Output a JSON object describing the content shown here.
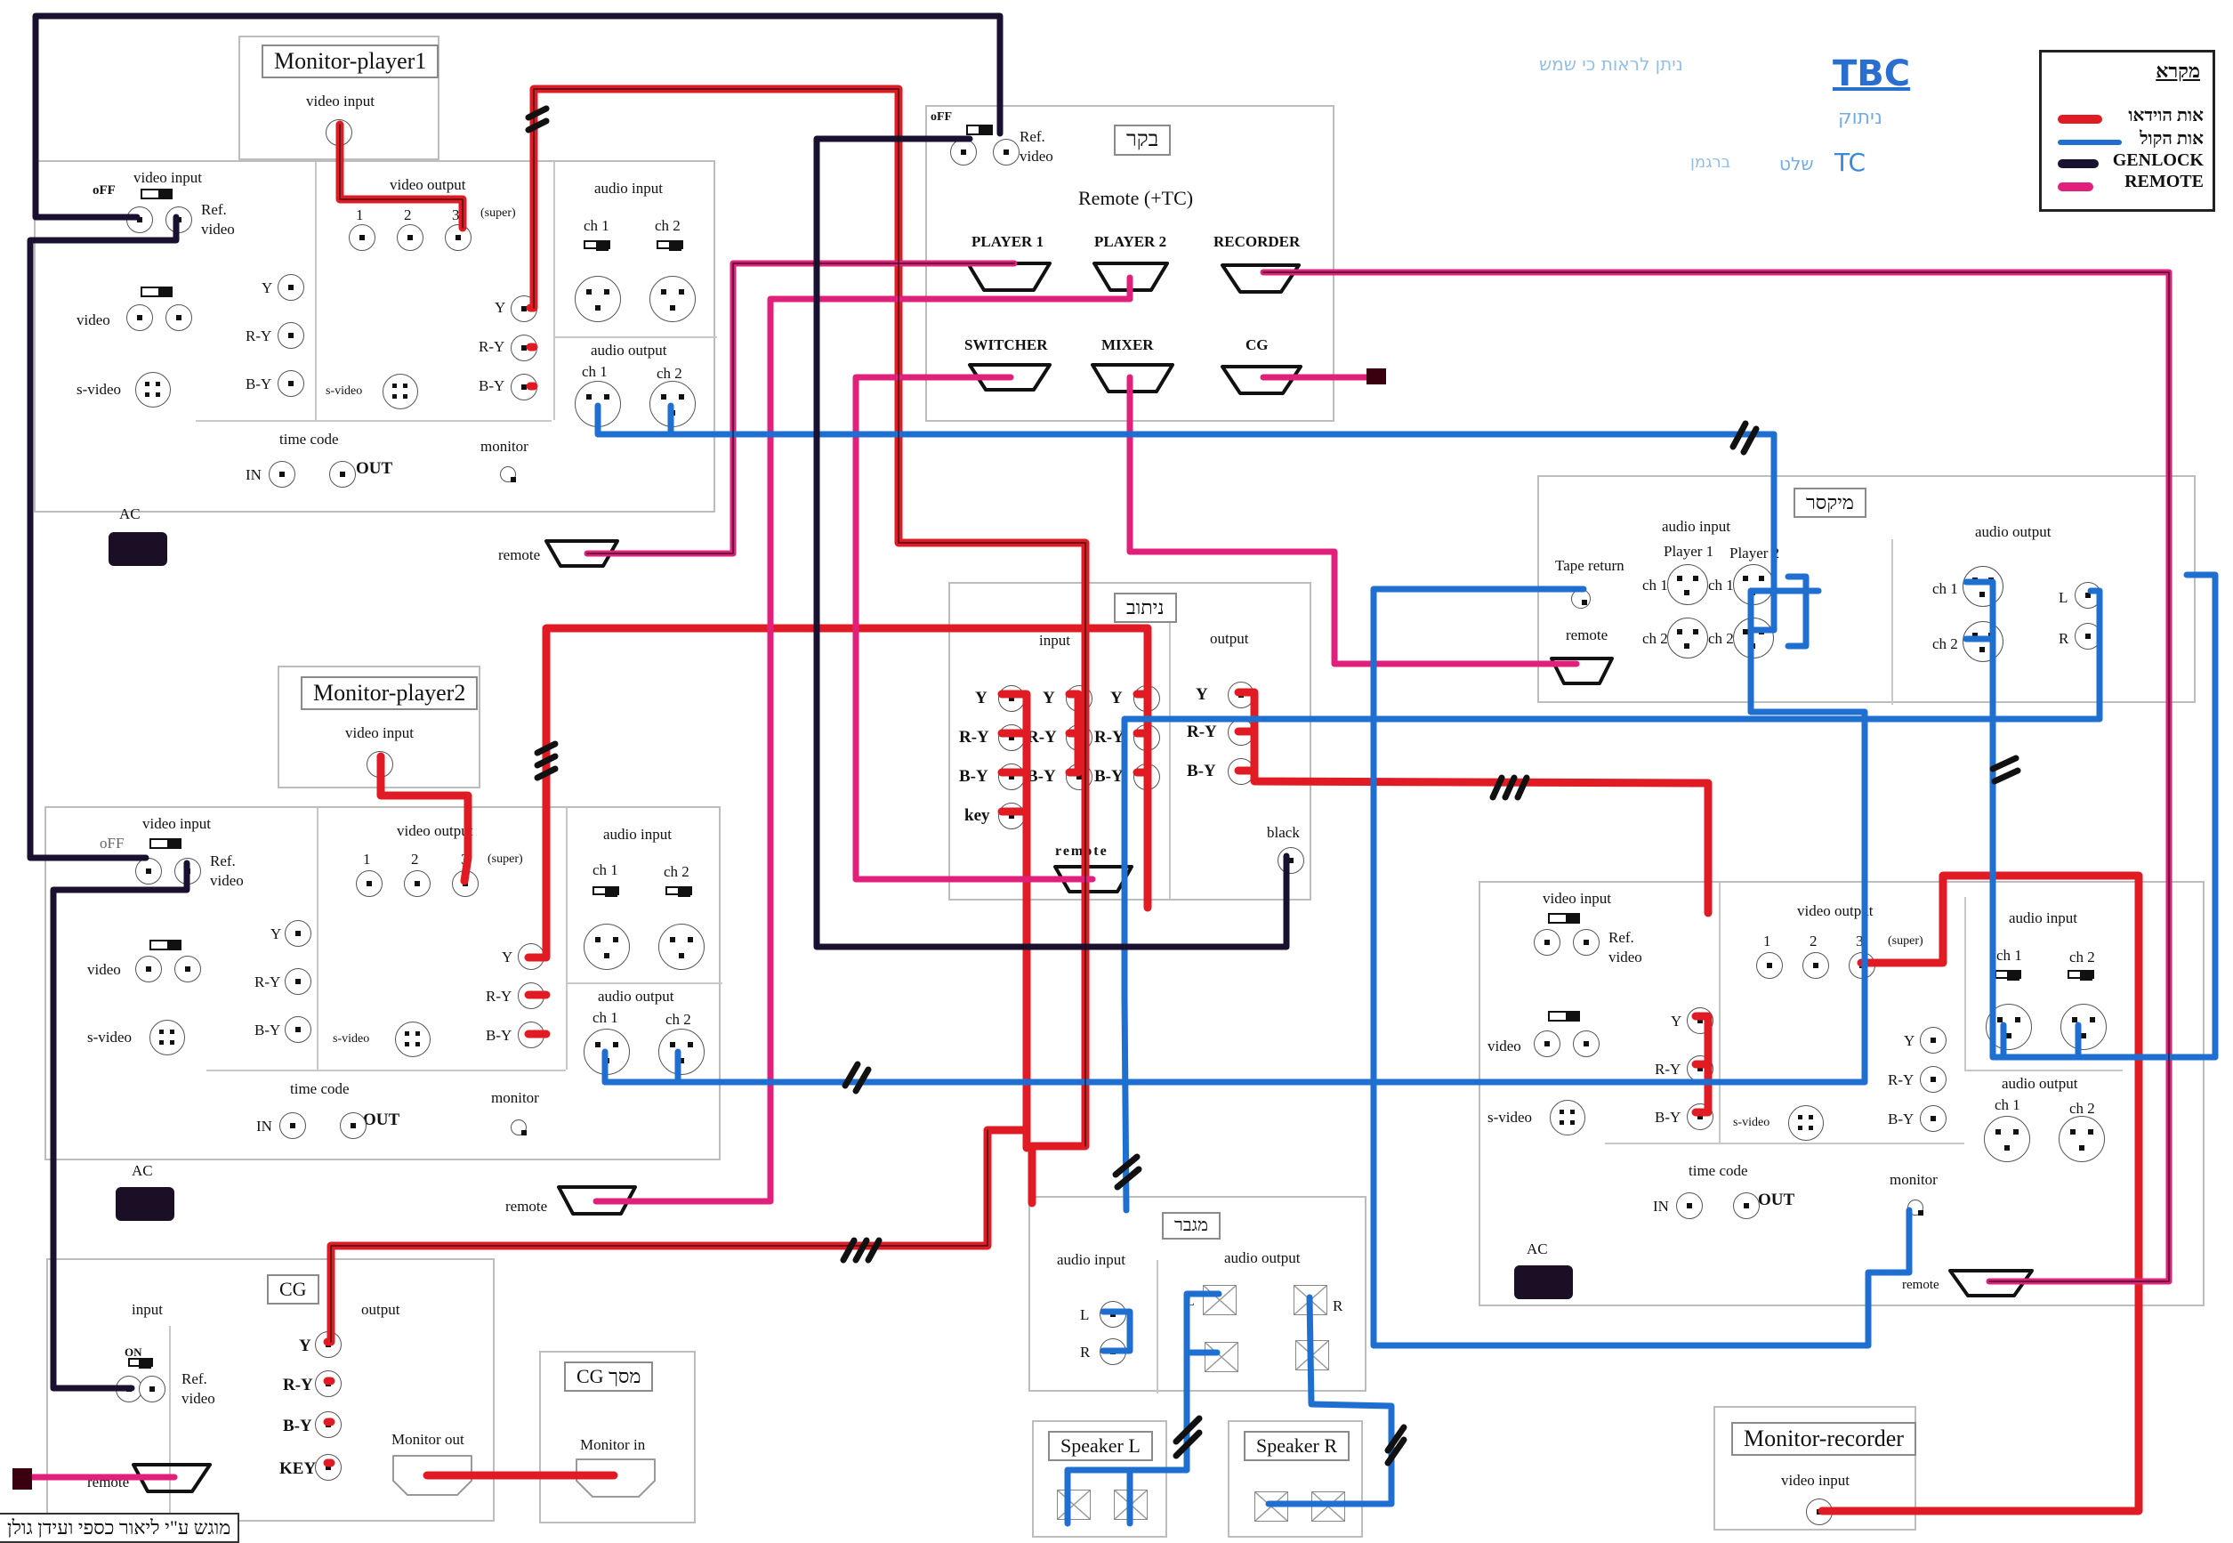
{
  "legend": {
    "title": "מקרא",
    "items": [
      {
        "label": "אות הוידאו",
        "color": "#e01b24",
        "meaning": "video signal"
      },
      {
        "label": "אות הקול",
        "color": "#1f6fd1",
        "meaning": "audio signal"
      },
      {
        "label": "GENLOCK",
        "color": "#1a1030",
        "meaning": "genlock"
      },
      {
        "label": "REMOTE",
        "color": "#e0207a",
        "meaning": "remote"
      }
    ]
  },
  "handwritten_note": {
    "line1_text": "TBC",
    "line1_prefix": "ניתן לראות כי שמש",
    "line2": "ניתוק",
    "line3_prefix": "ברגמן",
    "line3_mid": "שלט",
    "line3_text": "TC"
  },
  "colors": {
    "video": "#e01b24",
    "audio": "#1f6fd1",
    "genlock": "#1a1030",
    "remote": "#e0207a"
  },
  "common": {
    "video_input": "video input",
    "video_output": "video output",
    "audio_input": "audio input",
    "audio_output": "audio output",
    "ref": "Ref.",
    "video": "video",
    "s_video": "s-video",
    "y": "Y",
    "ry": "R-Y",
    "by": "B-Y",
    "ch1": "ch 1",
    "ch2": "ch 2",
    "off": "off",
    "on": "on",
    "out1": "1",
    "out2": "2",
    "out3": "3",
    "super": "(super)",
    "time_code": "time code",
    "in": "IN",
    "out": "OUT",
    "monitor": "monitor",
    "remote": "remote",
    "ac": "AC",
    "off_handwritten": "oFF",
    "on_handwritten": "ON",
    "key": "key",
    "KEY": "KEY",
    "input": "input",
    "output": "output",
    "black": "black",
    "L": "L",
    "R": "R"
  },
  "monitor_player1": {
    "title": "Monitor-player1"
  },
  "monitor_player2": {
    "title": "Monitor-player2"
  },
  "monitor_recorder": {
    "title": "Monitor-recorder"
  },
  "controller": {
    "title": "בקר",
    "remote_heading": "Remote (+TC)",
    "ports": [
      "PLAYER 1",
      "PLAYER 2",
      "RECORDER",
      "SWITCHER",
      "MIXER",
      "CG"
    ]
  },
  "switcher": {
    "title": "ניתוב",
    "remote_handwritten": "remote"
  },
  "mixer": {
    "title": "מיקסר",
    "tape_return": "Tape return",
    "player1": "Player 1",
    "player2": "Player 2"
  },
  "amplifier": {
    "title": "מגבר"
  },
  "speaker_l": {
    "title": "Speaker L"
  },
  "speaker_r": {
    "title": "Speaker R"
  },
  "cg": {
    "title": "CG"
  },
  "cg_screen": {
    "title": "CG מסך",
    "monitor_out": "Monitor out",
    "monitor_in": "Monitor in"
  },
  "footer": {
    "credit": "מוגש ע\"י ליאור כספי ועידן גולן"
  }
}
